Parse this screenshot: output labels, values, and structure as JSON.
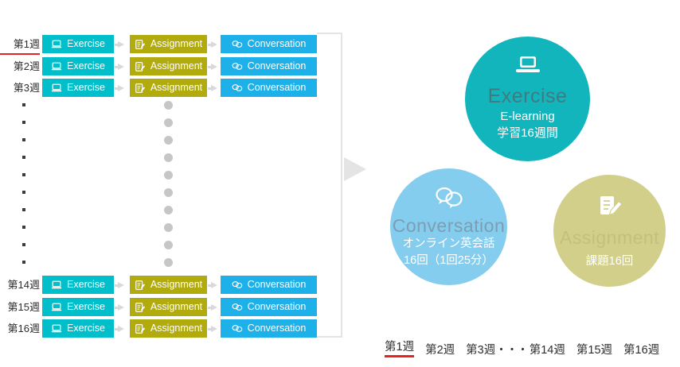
{
  "schedule": {
    "rows_top": [
      {
        "week_label": "第1週",
        "highlighted": true,
        "exercise": "Exercise",
        "assignment": "Assignment",
        "conversation": "Conversation"
      },
      {
        "week_label": "第2週",
        "highlighted": false,
        "exercise": "Exercise",
        "assignment": "Assignment",
        "conversation": "Conversation"
      },
      {
        "week_label": "第3週",
        "highlighted": false,
        "exercise": "Exercise",
        "assignment": "Assignment",
        "conversation": "Conversation"
      }
    ],
    "rows_bottom": [
      {
        "week_label": "第14週",
        "highlighted": false,
        "exercise": "Exercise",
        "assignment": "Assignment",
        "conversation": "Conversation"
      },
      {
        "week_label": "第15週",
        "highlighted": false,
        "exercise": "Exercise",
        "assignment": "Assignment",
        "conversation": "Conversation"
      },
      {
        "week_label": "第16週",
        "highlighted": false,
        "exercise": "Exercise",
        "assignment": "Assignment",
        "conversation": "Conversation"
      }
    ],
    "ellipsis_dot_count": 10,
    "colors": {
      "exercise": "#00bfca",
      "assignment": "#b2ab0e",
      "conversation": "#1eb0e8",
      "highlight_underline": "#e8231f",
      "arrow": "#d9d9d9",
      "outline": "#e4e4e4",
      "round_dot": "#c6c6c6",
      "square_dot": "#3c3c3c"
    },
    "icons": {
      "exercise": "laptop-icon",
      "assignment": "note-pencil-icon",
      "conversation": "speech-bubbles-icon",
      "flow_arrow": "arrow-right-icon",
      "group_arrow": "big-arrow-right-icon"
    }
  },
  "summary_bubbles": [
    {
      "id": "exercise",
      "icon": "laptop-icon",
      "title": "Exercise",
      "sub_line1": "E-learning",
      "sub_line2": "学習16週間",
      "color": "#13b5bd"
    },
    {
      "id": "conversation",
      "icon": "speech-bubbles-icon",
      "title": "Conversation",
      "sub_line1": "オンライン英会話",
      "sub_line2": "16回（1回25分）",
      "color": "#85cdee"
    },
    {
      "id": "assignment",
      "icon": "note-pencil-icon",
      "title": "Assignment",
      "sub_line1": "課題16回",
      "sub_line2": "",
      "color": "#d2cf8b"
    }
  ],
  "week_legend": {
    "items": [
      "第1週",
      "第2週",
      "第3週"
    ],
    "separator": "・・・",
    "items_tail": [
      "第14週",
      "第15週",
      "第16週"
    ],
    "highlight_color": "#e8231f"
  }
}
